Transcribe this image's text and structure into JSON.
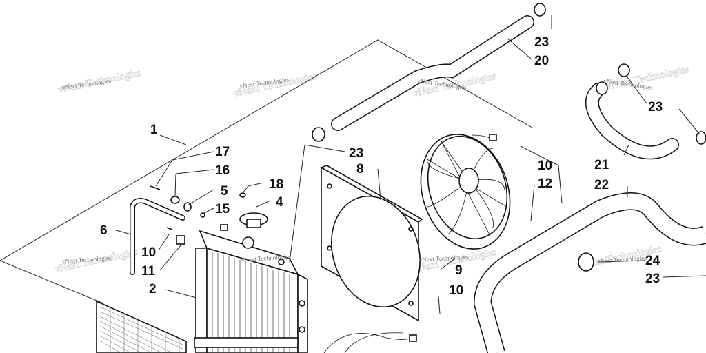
{
  "diagram": {
    "callouts": [
      {
        "id": "c1",
        "label": "1"
      },
      {
        "id": "c2",
        "label": "2"
      },
      {
        "id": "c4",
        "label": "4"
      },
      {
        "id": "c5",
        "label": "5"
      },
      {
        "id": "c6",
        "label": "6"
      },
      {
        "id": "c8",
        "label": "8"
      },
      {
        "id": "c9",
        "label": "9"
      },
      {
        "id": "c10a",
        "label": "10"
      },
      {
        "id": "c10b",
        "label": "10"
      },
      {
        "id": "c10c",
        "label": "10"
      },
      {
        "id": "c11",
        "label": "11"
      },
      {
        "id": "c12",
        "label": "12"
      },
      {
        "id": "c15",
        "label": "15"
      },
      {
        "id": "c16",
        "label": "16"
      },
      {
        "id": "c17",
        "label": "17"
      },
      {
        "id": "c18",
        "label": "18"
      },
      {
        "id": "c20",
        "label": "20"
      },
      {
        "id": "c21",
        "label": "21"
      },
      {
        "id": "c22",
        "label": "22"
      },
      {
        "id": "c23a",
        "label": "23"
      },
      {
        "id": "c23b",
        "label": "23"
      },
      {
        "id": "c23c",
        "label": "23"
      },
      {
        "id": "c23d",
        "label": "23"
      },
      {
        "id": "c24",
        "label": "24"
      }
    ],
    "watermark": "vNext Technologies"
  }
}
